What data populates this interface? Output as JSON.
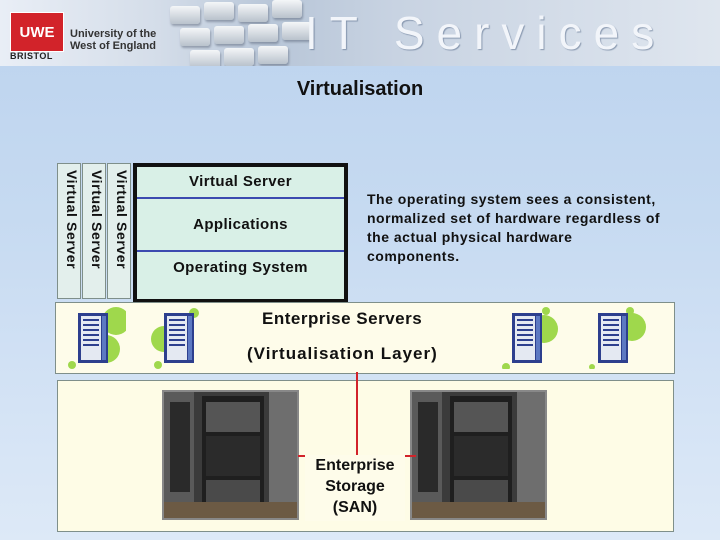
{
  "header": {
    "logo_mark": "UWE",
    "logo_city": "BRISTOL",
    "university_name": "University of the West of England",
    "brand": "IT Services"
  },
  "title": "Virtualisation",
  "virtual_server_tabs": [
    "Virtual Server",
    "Virtual Server",
    "Virtual Server"
  ],
  "virtual_server": {
    "label": "Virtual Server",
    "applications": "Applications",
    "operating_system": "Operating System"
  },
  "description": "The operating system sees a consistent, normalized set of hardware regardless of the actual physical hardware components.",
  "enterprise": {
    "title": "Enterprise Servers",
    "subtitle": "(Virtualisation Layer)"
  },
  "storage": {
    "line1": "Enterprise",
    "line2": "Storage",
    "line3": "(SAN)"
  },
  "colors": {
    "accent_red": "#d2232a",
    "server_box": "#d9f0e7",
    "band_fill": "#fefcea",
    "divider_blue": "#3c4ab0"
  }
}
